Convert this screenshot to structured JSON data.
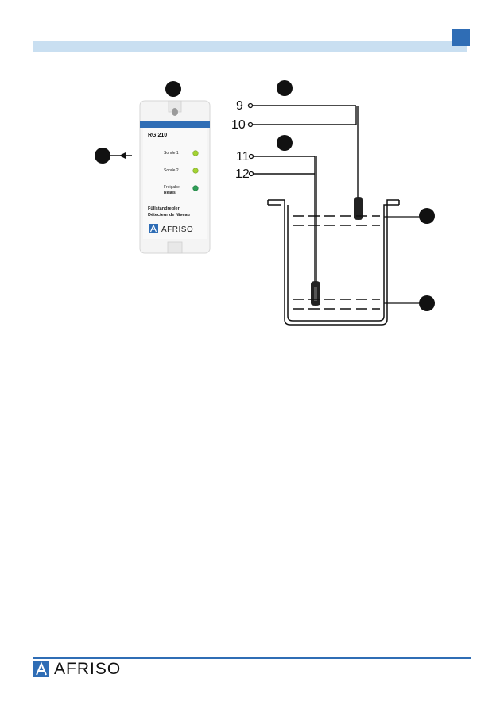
{
  "device": {
    "model": "RG 210",
    "led_sonde1": "Sonde 1",
    "led_sonde2": "Sonde 2",
    "led_freigabe": "Freigabe",
    "led_relais": "Relais",
    "desc_line1": "Füllstandregler",
    "desc_line2": "Détecteur de Niveau",
    "brand": "AFRISO"
  },
  "terminals": {
    "t9": "9",
    "t10": "10",
    "t11": "11",
    "t12": "12"
  },
  "footer": {
    "brand": "AFRISO"
  },
  "colors": {
    "accent": "#2f6db5",
    "band": "#c9dff1",
    "led_green": "#a3d332",
    "led_dark_green": "#2f9e57"
  }
}
